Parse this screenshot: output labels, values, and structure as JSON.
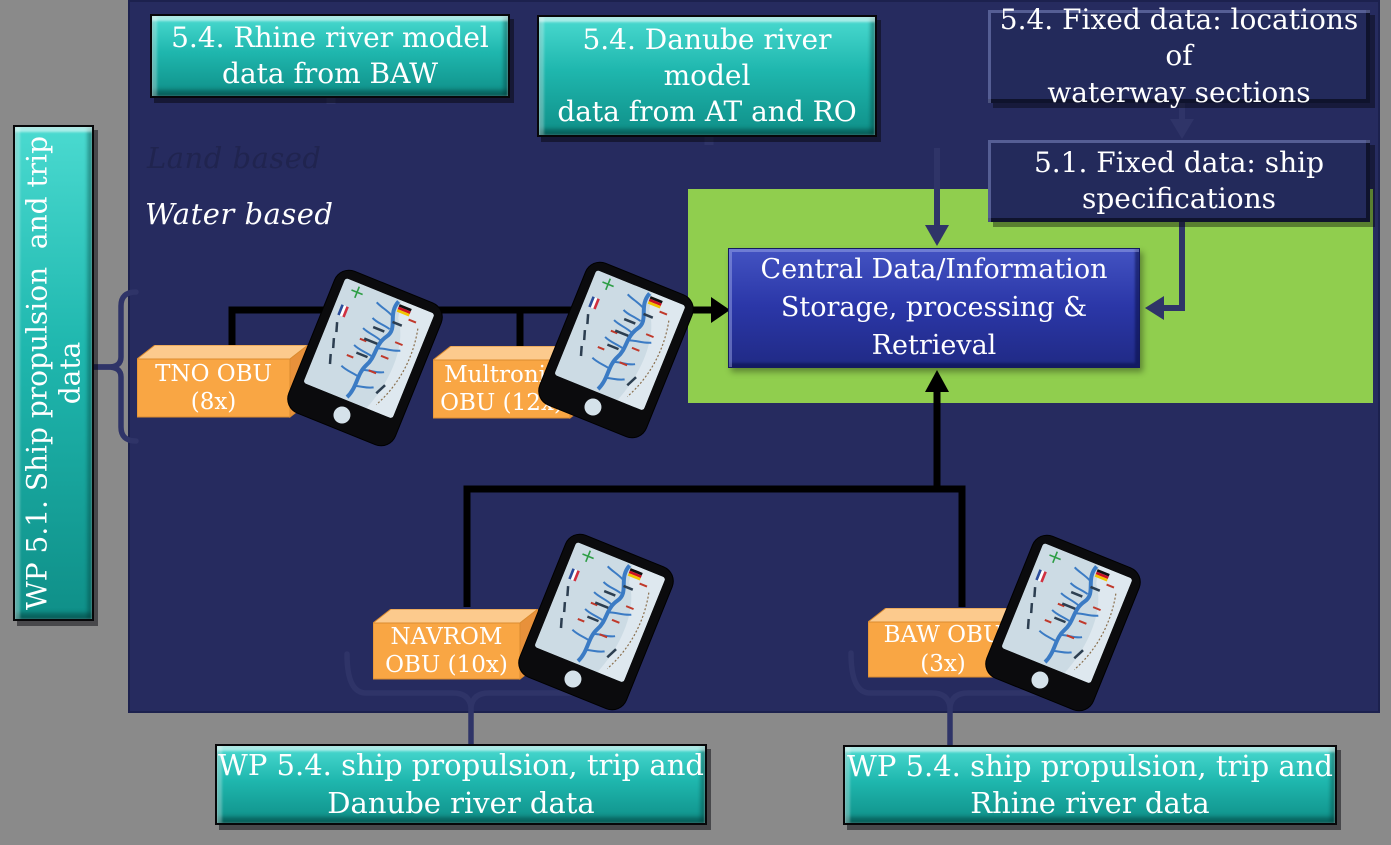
{
  "slide": {
    "region_labels": {
      "land_based": "Land based",
      "water_based": "Water based"
    },
    "top_boxes": {
      "rhine_model": {
        "line1": "5.4. Rhine river model",
        "line2": "data from BAW"
      },
      "danube_model": {
        "line1": "5.4. Danube river model",
        "line2": "data from AT and RO"
      },
      "waterway_locations": {
        "line1": "5.4. Fixed data: locations of",
        "line2": "waterway sections"
      },
      "ship_specifications": {
        "line1": "5.1. Fixed data: ship",
        "line2": "specifications"
      }
    },
    "central_box": {
      "line1": "Central Data/Information",
      "line2": "Storage, processing &",
      "line3": "Retrieval"
    },
    "obu_units": [
      {
        "name": "TNO OBU",
        "count": "(8x)"
      },
      {
        "name": "Multronic",
        "count": "OBU (12x)"
      },
      {
        "name": "NAVROM",
        "count": "OBU (10x)"
      },
      {
        "name": "BAW OBU",
        "count": "(3x)"
      }
    ],
    "side_box": {
      "line1": "WP 5.1. Ship propulsion  and trip",
      "line2": "data"
    },
    "bottom_boxes": {
      "danube_data": {
        "line1": "WP 5.4. ship propulsion, trip and",
        "line2": "Danube river data"
      },
      "rhine_data": {
        "line1": "WP 5.4. ship propulsion, trip and",
        "line2": "Rhine river data"
      }
    },
    "icons": {
      "tablet": "obu-tablet-with-river-map"
    },
    "colors": {
      "background_gray": "#8A8A8A",
      "water_region_navy": "#262B5F",
      "highlight_green": "#90CE4E",
      "teal_box": "#1FB7AE",
      "dark_navy_box": "#232A5B",
      "central_royal_blue": "#2B37A8",
      "obu_orange": "#F9A644",
      "black_connector": "#000000",
      "navy_connector": "#2F3468"
    }
  }
}
